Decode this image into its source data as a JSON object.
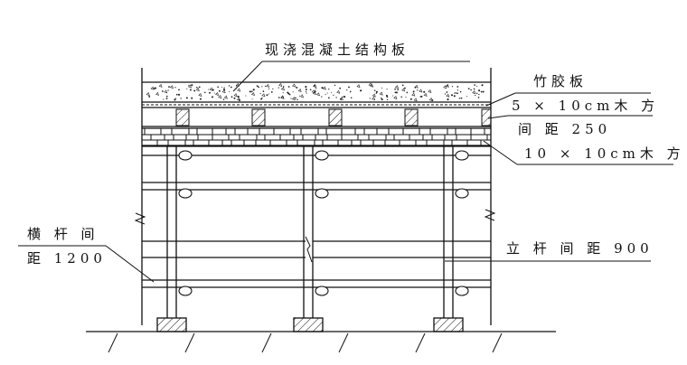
{
  "figure": {
    "title_label": "现浇混凝土结构板",
    "formwork_label": "竹胶板",
    "small_timber_label": "5 × 10cm木 方",
    "small_timber_spacing": "间 距 250",
    "main_timber_label": "10 × 10cm木 方",
    "ledger_spacing_line1": "横 杆 间",
    "ledger_spacing_line2": "距 1200",
    "pole_spacing_label": "立 杆 间 距 900"
  },
  "colors": {
    "line": "#111111",
    "background": "#ffffff"
  }
}
